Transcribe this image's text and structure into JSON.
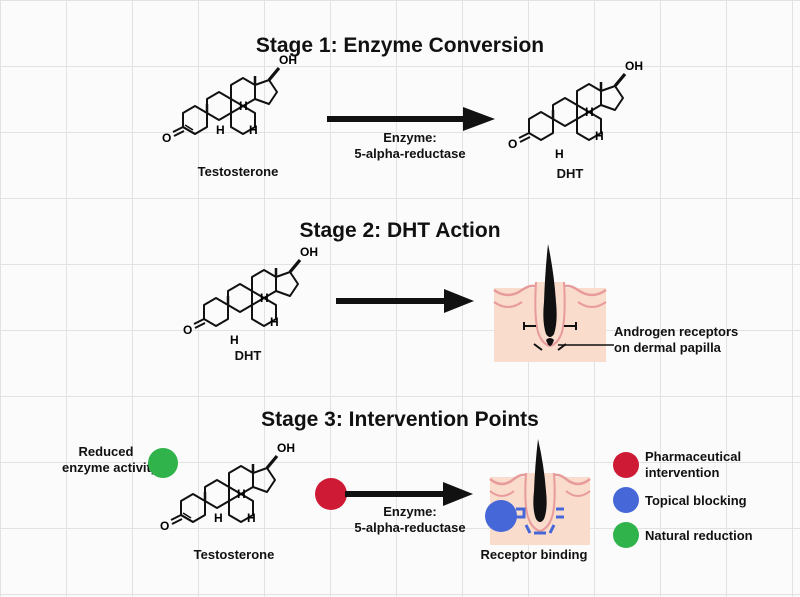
{
  "stage1": {
    "title": "Stage 1: Enzyme Conversion",
    "substrate_label": "Testosterone",
    "enzyme_line1": "Enzyme:",
    "enzyme_line2": "5-alpha-reductase",
    "product_label": "DHT"
  },
  "stage2": {
    "title": "Stage 2: DHT Action",
    "molecule_label": "DHT",
    "receptor_line1": "Androgen receptors",
    "receptor_line2": "on dermal papilla"
  },
  "stage3": {
    "title": "Stage 3: Intervention Points",
    "reduced_line1": "Reduced",
    "reduced_line2": "enzyme activity",
    "substrate_label": "Testosterone",
    "enzyme_line1": "Enzyme:",
    "enzyme_line2": "5-alpha-reductase",
    "binding_label": "Receptor binding",
    "legend": [
      {
        "line1": "Pharmaceutical",
        "line2": "intervention",
        "color": "#cf1a36"
      },
      {
        "line1": "Topical blocking",
        "line2": "",
        "color": "#4667d8"
      },
      {
        "line1": "Natural reduction",
        "line2": "",
        "color": "#2fb34a"
      }
    ]
  },
  "atoms": {
    "hydroxyl": "OH",
    "hydrogen": "H",
    "carbonyl_oxygen": "O"
  },
  "colors": {
    "red": "#cf1a36",
    "blue": "#4667d8",
    "green": "#2fb34a",
    "skin": "#f9dccb",
    "skin_edge": "#e89b9b",
    "follicle": "#111111"
  }
}
